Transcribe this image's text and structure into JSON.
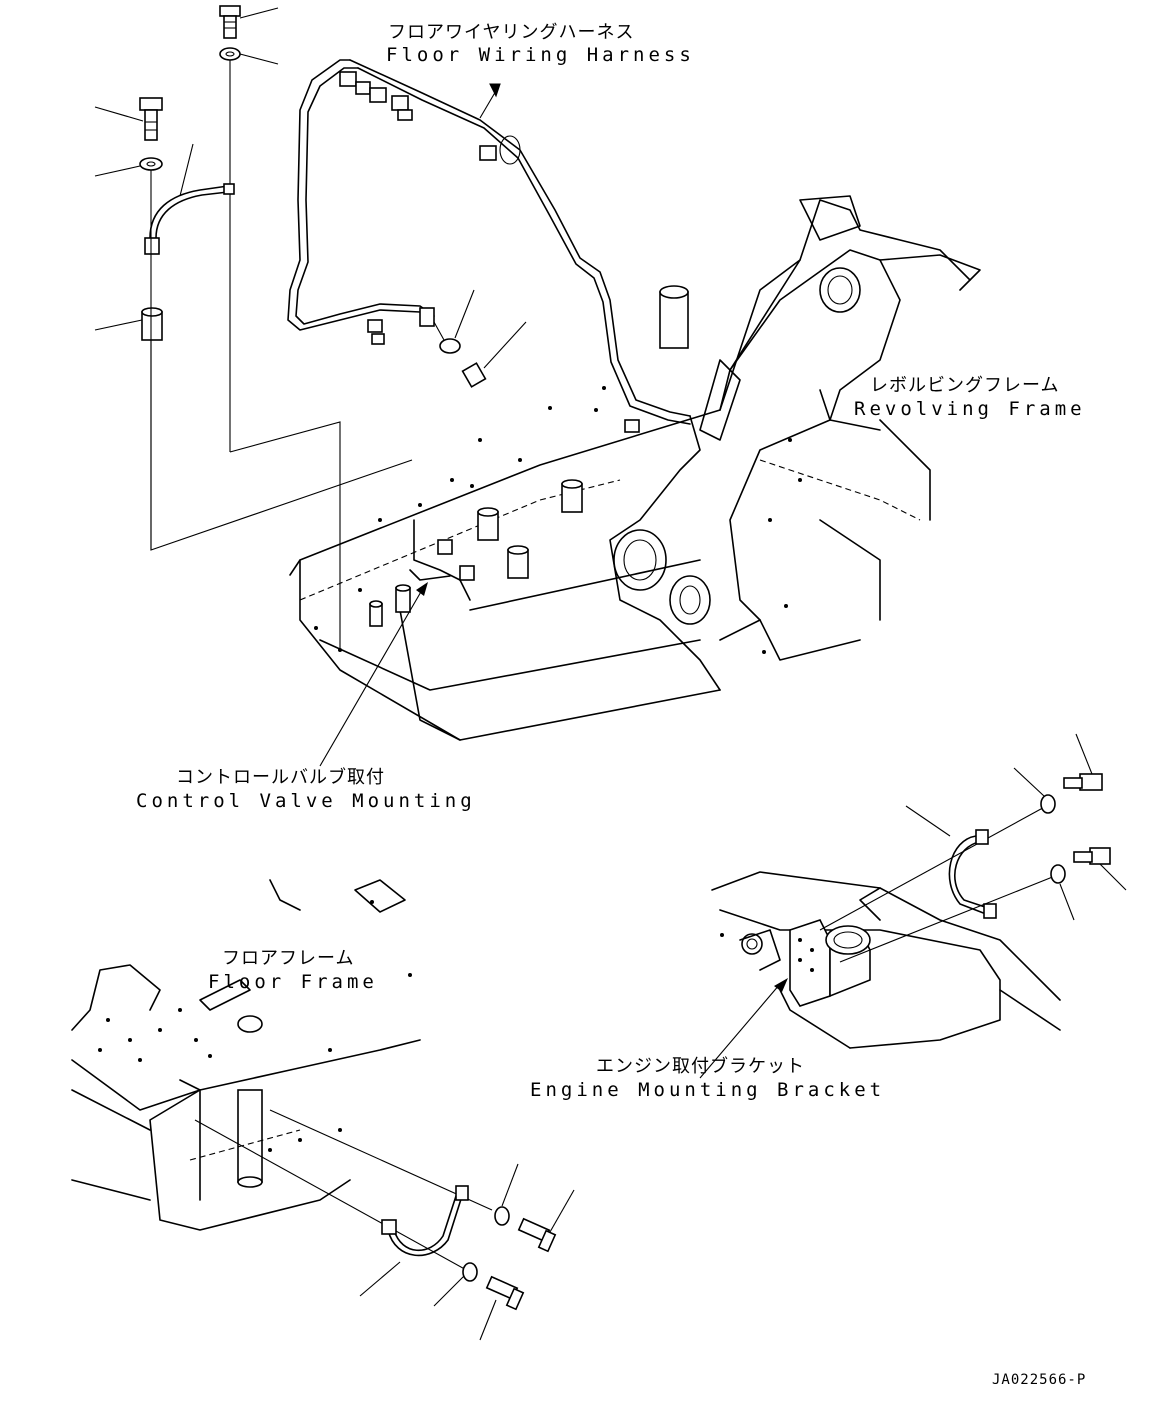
{
  "labels": {
    "floor_wiring_harness": {
      "jp": "フロアワイヤリングハーネス",
      "en": "Floor Wiring Harness"
    },
    "revolving_frame": {
      "jp": "レボルビングフレーム",
      "en": "Revolving Frame"
    },
    "control_valve_mounting": {
      "jp": "コントロールバルブ取付",
      "en": "Control Valve Mounting"
    },
    "floor_frame": {
      "jp": "フロアフレーム",
      "en": "Floor Frame"
    },
    "engine_mounting_bracket": {
      "jp": "エンジン取付ブラケット",
      "en": "Engine Mounting Bracket"
    }
  },
  "drawing_code": "JA022566-P"
}
